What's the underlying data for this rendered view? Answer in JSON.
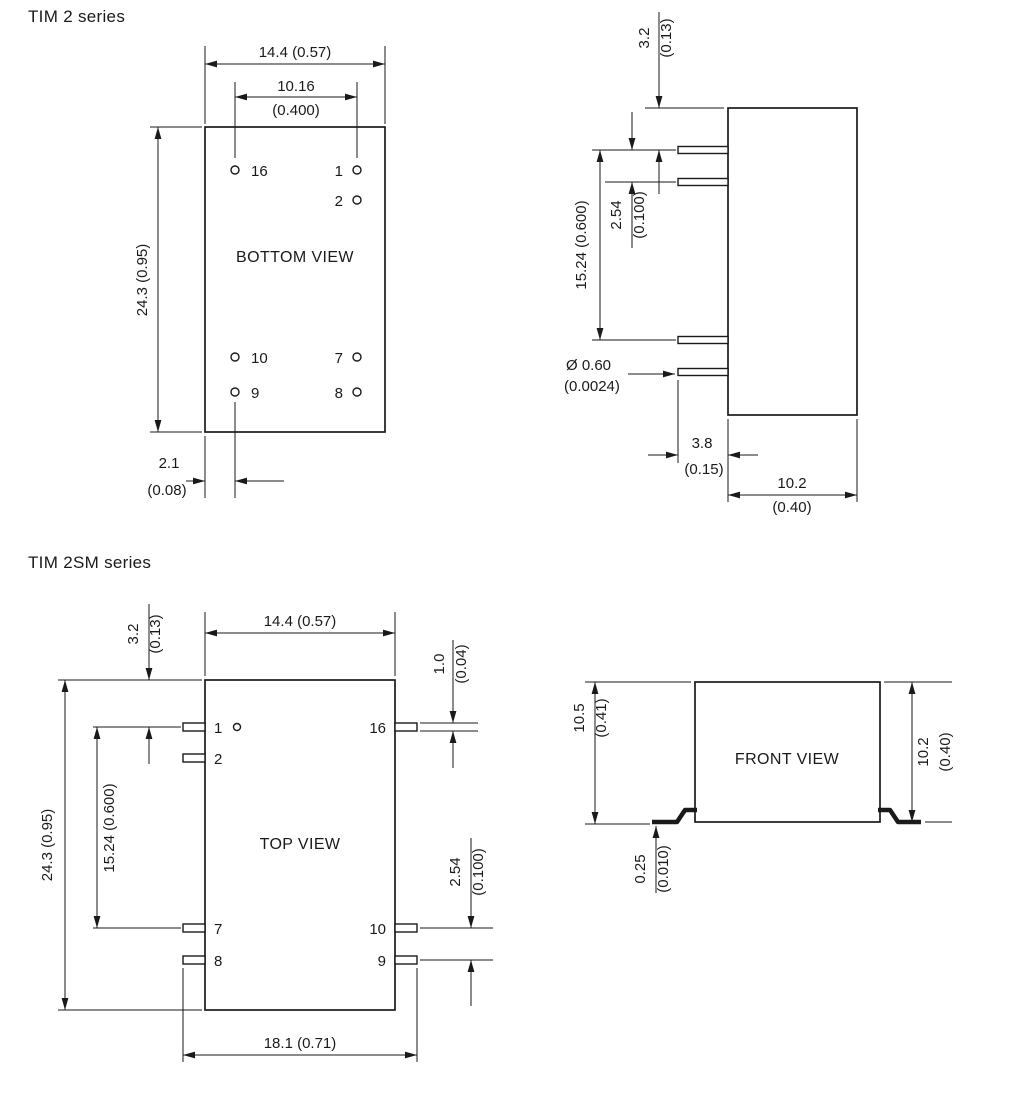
{
  "tim2": {
    "title": "TIM 2 series",
    "bottom_view": {
      "label": "BOTTOM VIEW",
      "pin_16": "16",
      "pin_1": "1",
      "pin_2": "2",
      "pin_10": "10",
      "pin_7": "7",
      "pin_9": "9",
      "pin_8": "8",
      "dim_body_width": "14.4 (0.57)",
      "dim_pin_span_mm": "10.16",
      "dim_pin_span_in": "(0.400)",
      "dim_body_height": "24.3 (0.95)",
      "dim_pin_offset_mm": "2.1",
      "dim_pin_offset_in": "(0.08)"
    },
    "side_view": {
      "dim_standoff_mm": "3.2",
      "dim_standoff_in": "(0.13)",
      "dim_pin_row_span": "15.24 (0.600)",
      "dim_pin_pitch_mm": "2.54",
      "dim_pin_pitch_in": "(0.100)",
      "dim_pin_dia_mm": "Ø 0.60",
      "dim_pin_dia_in": "(0.0024)",
      "dim_pin_length_mm": "3.8",
      "dim_pin_length_in": "(0.15)",
      "dim_body_depth_mm": "10.2",
      "dim_body_depth_in": "(0.40)"
    }
  },
  "tim2sm": {
    "title": "TIM 2SM series",
    "top_view": {
      "label": "TOP VIEW",
      "pin_1": "1",
      "pin_2": "2",
      "pin_7": "7",
      "pin_8": "8",
      "pin_16": "16",
      "pin_10": "10",
      "pin_9": "9",
      "dim_body_width": "14.4 (0.57)",
      "dim_top_offset_mm": "3.2",
      "dim_top_offset_in": "(0.13)",
      "dim_lead_width_mm": "1.0",
      "dim_lead_width_in": "(0.04)",
      "dim_body_height": "24.3 (0.95)",
      "dim_pin_row_span": "15.24 (0.600)",
      "dim_pin_pitch_mm": "2.54",
      "dim_pin_pitch_in": "(0.100)",
      "dim_overall_width": "18.1 (0.71)"
    },
    "front_view": {
      "label": "FRONT VIEW",
      "dim_overall_height_mm": "10.5",
      "dim_overall_height_in": "(0.41)",
      "dim_body_height_mm": "10.2",
      "dim_body_height_in": "(0.40)",
      "dim_lead_thickness_mm": "0.25",
      "dim_lead_thickness_in": "(0.010)"
    }
  }
}
